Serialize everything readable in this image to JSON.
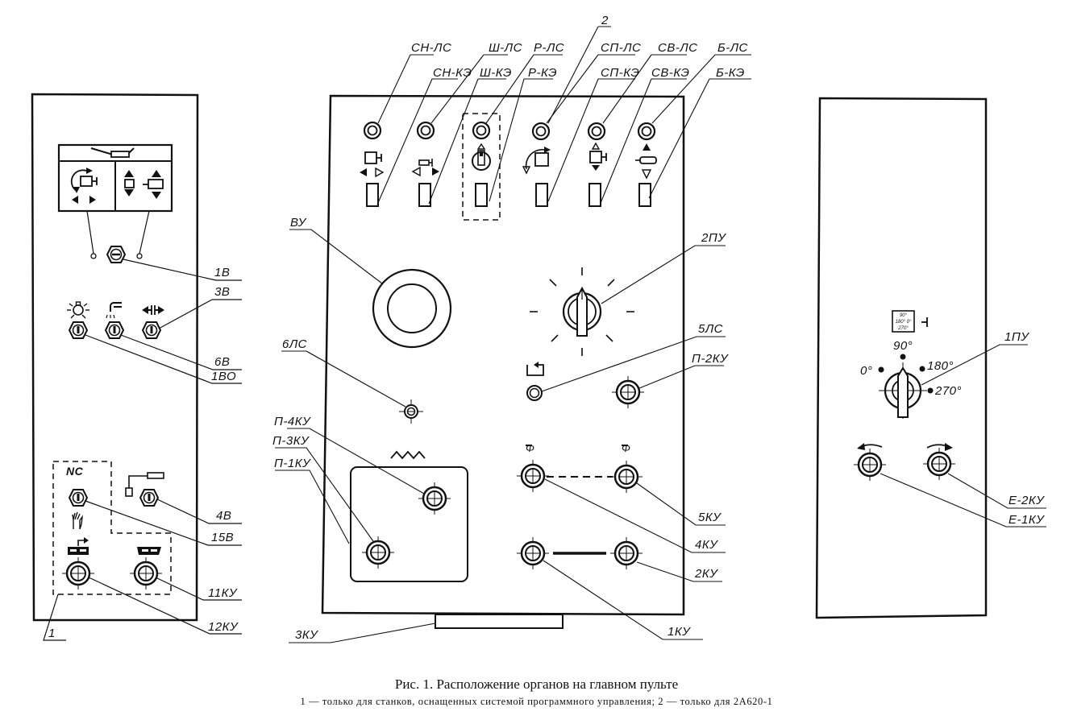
{
  "figure": {
    "title": "Рис. 1. Расположение органов на главном пульте",
    "note": "1 — только для станков, оснащенных системой программного управления; 2 — только для 2А620-1"
  },
  "left_panel": {
    "labels": {
      "b1": "1В",
      "b3": "3В",
      "b6": "6В",
      "bo1": "1ВО",
      "b4": "4В",
      "b15": "15В",
      "ku11": "11КУ",
      "ku12": "12КУ",
      "group1": "1"
    },
    "nc_label": "NC",
    "icons": [
      "lever-icon",
      "rotate-table-icon",
      "move-arrows-icon",
      "lamp-icon",
      "coolant-icon",
      "clamp-icon",
      "hand-icon",
      "tape-forward-icon",
      "tape-icon"
    ]
  },
  "center_panel": {
    "top_labels": {
      "sn_ls": "СН-ЛС",
      "sn_ke": "СН-КЭ",
      "sh_ls": "Ш-ЛС",
      "sh_ke": "Ш-КЭ",
      "r_ls": "Р-ЛС",
      "r_ke": "Р-КЭ",
      "sp_ls": "СП-ЛС",
      "sp_ke": "СП-КЭ",
      "sv_ls": "СВ-ЛС",
      "sv_ke": "СВ-КЭ",
      "b_ls": "Б-ЛС",
      "b_ke": "Б-КЭ",
      "group2": "2"
    },
    "labels": {
      "vu": "ВУ",
      "ls6": "6ЛС",
      "pu2": "2ПУ",
      "ls5": "5ЛС",
      "p2ku": "П-2КУ",
      "p4ku": "П-4КУ",
      "p3ku": "П-3КУ",
      "p1ku": "П-1КУ",
      "ku5": "5КУ",
      "ku4": "4КУ",
      "ku2": "2КУ",
      "ku1": "1КУ",
      "ku3": "3КУ"
    }
  },
  "right_panel": {
    "labels": {
      "pu1": "1ПУ",
      "e2ku": "Е-2КУ",
      "e1ku": "Е-1КУ"
    },
    "dial_positions": [
      "0°",
      "90°",
      "180°",
      "270°"
    ],
    "plate_text": [
      "90°",
      "180° 0°",
      "270°"
    ]
  }
}
